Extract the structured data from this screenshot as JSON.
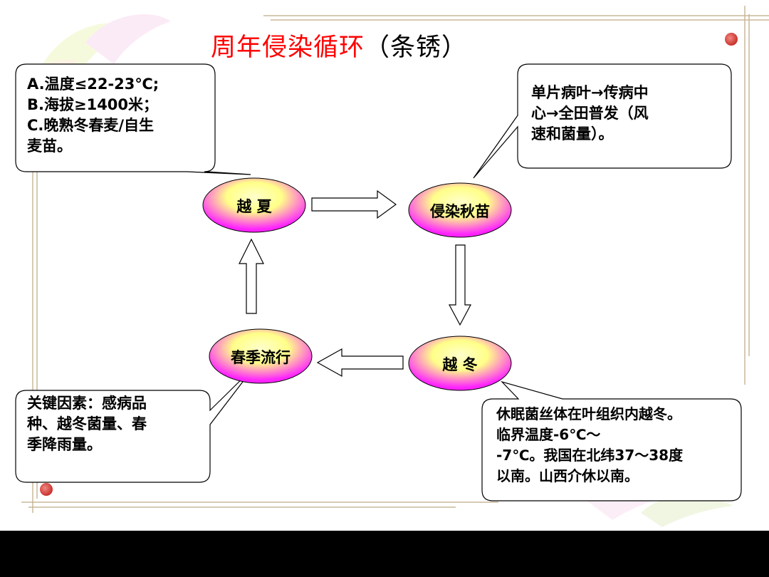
{
  "title": {
    "highlight": "周年侵染循环",
    "rest": "（条锈）"
  },
  "nodes": {
    "summer": "越 夏",
    "autumn": "侵染秋苗",
    "winter": "越 冬",
    "spring": "春季流行"
  },
  "callouts": {
    "summer": [
      "A.温度≤22-23℃;",
      "B.海拔≥1400米；",
      "C.晚熟冬春麦/自生",
      "麦苗。"
    ],
    "autumn": [
      "单片病叶→传病中",
      "心→全田普发（风",
      "速和菌量）。"
    ],
    "winter": [
      "休眠菌丝体在叶组织内越冬。",
      "临界温度-6℃～",
      "-7℃。我国在北纬37～38度",
      "以南。山西介休以南。"
    ],
    "spring": [
      "关键因素：感病品",
      "种、越冬菌量、春",
      "季降雨量。"
    ]
  },
  "colors": {
    "title_highlight": "#ff0000",
    "ellipse_center": "#ffff99",
    "ellipse_edge": "#ff00ff",
    "frame_line": "#c8b89a",
    "dot": "#d9534f"
  }
}
